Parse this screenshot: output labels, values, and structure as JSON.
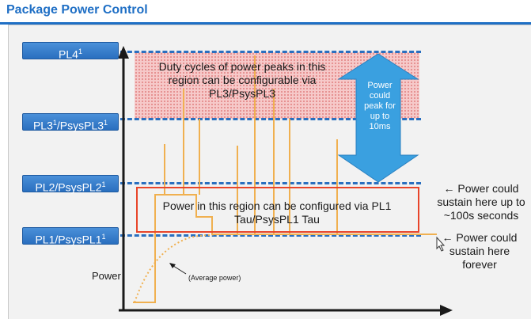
{
  "title": "Package Power Control",
  "levels": [
    {
      "label": "PL4",
      "sup": "1"
    },
    {
      "label": "PL3",
      "sup": "1",
      "suffix": "/PsysPL3",
      "sup2": "1"
    },
    {
      "label": "PL2/PsysPL2",
      "sup": "1"
    },
    {
      "label": "PL1/PsysPL1",
      "sup": "1"
    }
  ],
  "duty_region_text": "Duty cycles of power peaks in this region can be configurable via PL3/PsysPL3",
  "tau_region_text": "Power in this region can be configured via PL1 Tau/PsysPL1 Tau",
  "peak_text": "Power could peak for up to 10ms",
  "note_100s": "← Power could sustain here up to ~100s seconds",
  "note_forever": "← Power could sustain here forever",
  "y_axis_label": "Power",
  "avg_label": "(Average power)",
  "colors": {
    "accent": "#1f6fc5",
    "label_fill": "#2a6fbf",
    "dash": "#2a6fbf",
    "duty_region": "#f6c9c9",
    "tau_box": "#e8452a",
    "power_trace": "#f0b050",
    "peak_arrow": "#3aa0e0"
  }
}
